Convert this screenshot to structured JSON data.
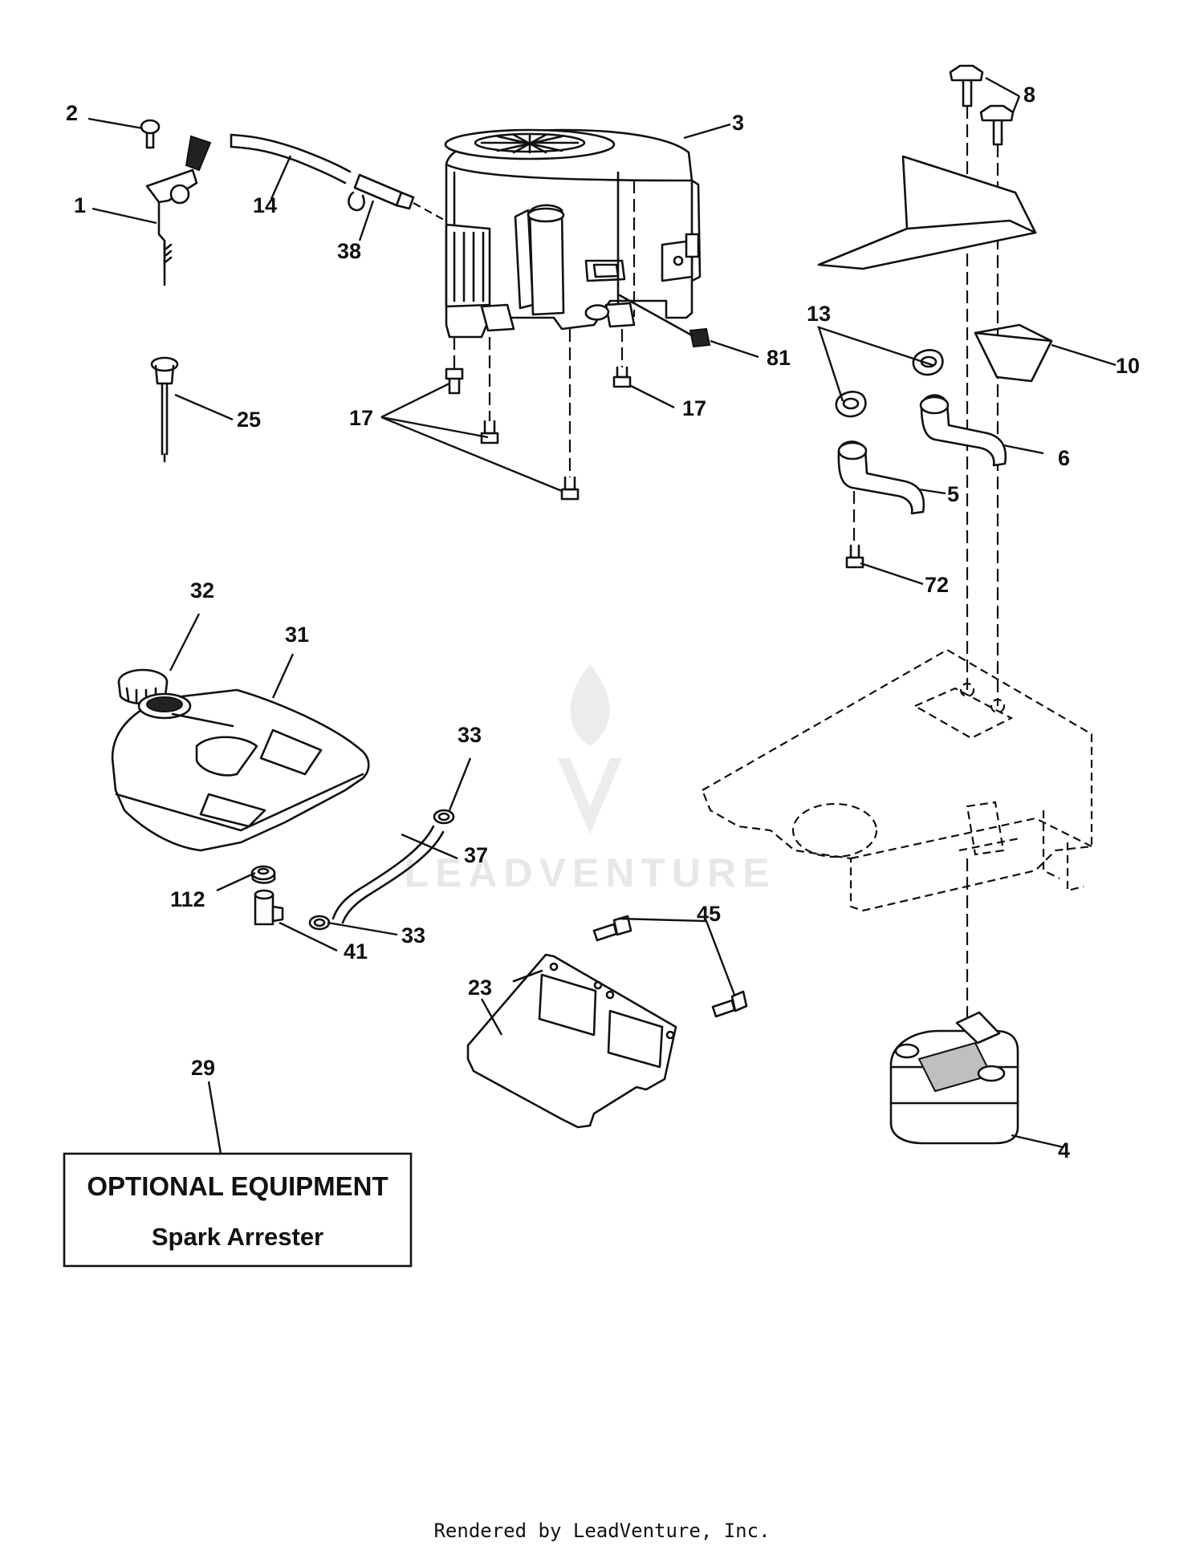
{
  "callouts": {
    "c1": "1",
    "c2": "2",
    "c3": "3",
    "c4": "4",
    "c5": "5",
    "c6": "6",
    "c8": "8",
    "c10": "10",
    "c13": "13",
    "c14": "14",
    "c17a": "17",
    "c17b": "17",
    "c23": "23",
    "c25": "25",
    "c29": "29",
    "c31": "31",
    "c32": "32",
    "c33a": "33",
    "c33b": "33",
    "c37": "37",
    "c38": "38",
    "c41": "41",
    "c45": "45",
    "c72": "72",
    "c81": "81",
    "c112": "112"
  },
  "optional_box": {
    "title": "OPTIONAL EQUIPMENT",
    "subtitle": "Spark Arrester"
  },
  "watermark": "LEADVENTURE",
  "footer": "Rendered by LeadVenture, Inc."
}
